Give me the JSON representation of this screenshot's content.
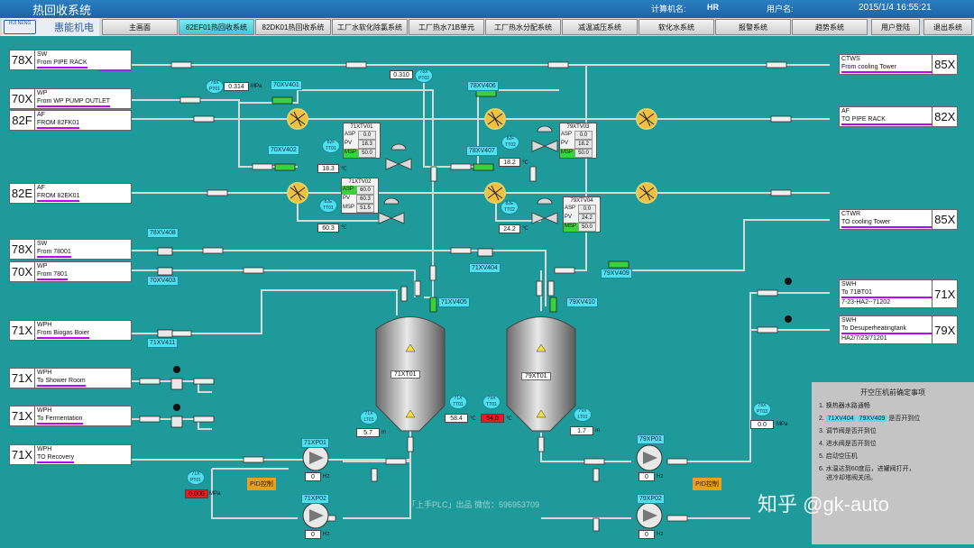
{
  "header": {
    "title": "热回收系统",
    "terminal_label": "计算机名:",
    "terminal": "HR",
    "user_label": "用户名:",
    "datetime": "2015/1/4 16:55:21"
  },
  "logo": {
    "mark": "HUI NENG",
    "name": "惠能机电"
  },
  "nav": [
    "主画面",
    "82EF01热回收系统",
    "82DK01热回收系统",
    "工厂水软化除氯系统",
    "工厂热水71B单元",
    "工厂热水分配系统",
    "减温减压系统",
    "软化水系统",
    "报警系统",
    "趋势系统",
    "用户登陆",
    "退出系统"
  ],
  "inlets": [
    {
      "code": "78X",
      "name": "SW",
      "desc": "From PIPE RACK"
    },
    {
      "code": "70X",
      "name": "WP",
      "desc": "From WP PUMP OUTLET"
    },
    {
      "code": "82F",
      "name": "AF",
      "desc": "FROM 82FK01"
    },
    {
      "code": "82E",
      "name": "AF",
      "desc": "FROM 82EK01"
    },
    {
      "code": "78X",
      "name": "SW",
      "desc": "From 78001"
    },
    {
      "code": "70X",
      "name": "WP",
      "desc": "From 7801"
    },
    {
      "code": "71X",
      "name": "WPH",
      "desc": "From Biogas Boier"
    },
    {
      "code": "71X",
      "name": "WPH",
      "desc": "To Shower Room"
    },
    {
      "code": "71X",
      "name": "WPH",
      "desc": "To Fermentation"
    },
    {
      "code": "71X",
      "name": "WPH",
      "desc": "TO Recovery"
    }
  ],
  "outlets": [
    {
      "code": "85X",
      "name": "CTWS",
      "desc": "From cooling Tower"
    },
    {
      "code": "82X",
      "name": "AF",
      "desc": "TO PIPE RACK"
    },
    {
      "code": "85X",
      "name": "CTWR",
      "desc": "TO cooling Tower"
    },
    {
      "code": "71X",
      "name": "SWH",
      "desc": "To 71BT01",
      "desc2": "7-23-HA2--71202"
    },
    {
      "code": "79X",
      "name": "SWH",
      "desc": "To Desuperheatingtank",
      "desc2": "HA2/7/23/71201"
    }
  ],
  "valves": [
    "70XV401",
    "70XV402",
    "78XV406",
    "78XV407",
    "78XV408",
    "70XV403",
    "71XV411",
    "71XV404",
    "79XV409",
    "71XV405",
    "79XV410"
  ],
  "instruments": [
    {
      "tag": "78X PT01",
      "value": "0.314",
      "unit": "MPa"
    },
    {
      "tag": "78X PT02",
      "value": "0.310",
      "unit": "MPa"
    },
    {
      "tag": "82F TT01",
      "value": "18.3",
      "unit": "℃"
    },
    {
      "tag": "82F TT02",
      "value": "18.2",
      "unit": "℃"
    },
    {
      "tag": "82E TT01",
      "value": "60.3",
      "unit": "℃"
    },
    {
      "tag": "82E TT02",
      "value": "24.2",
      "unit": "℃"
    },
    {
      "tag": "71X LT01",
      "value": "5.7",
      "unit": "m"
    },
    {
      "tag": "71X TT01",
      "value": "58.4",
      "unit": "℃"
    },
    {
      "tag": "79X TT01",
      "value": "54.0",
      "unit": "℃"
    },
    {
      "tag": "79X LT01",
      "value": "1.7",
      "unit": "m"
    },
    {
      "tag": "71X PT01",
      "value": "0.000",
      "unit": "MPa"
    },
    {
      "tag": "78X PT03",
      "value": "0.0",
      "unit": "MPa"
    }
  ],
  "controllers": [
    {
      "tag": "71XTV01",
      "asp": "0.0",
      "pv": "18.3",
      "msp": "50.0"
    },
    {
      "tag": "79XTV03",
      "asp": "0.0",
      "pv": "18.2",
      "msp": "50.0"
    },
    {
      "tag": "71XTV02",
      "asp": "60.0",
      "pv": "60.3",
      "msp": "51.5"
    },
    {
      "tag": "79XTV04",
      "asp": "0.0",
      "pv": "24.2",
      "msp": "50.0"
    }
  ],
  "ctrl_keys": {
    "asp": "ASP",
    "pv": "PV",
    "msp": "MSP"
  },
  "tanks": [
    {
      "tag": "71XT01"
    },
    {
      "tag": "79XT01"
    }
  ],
  "pumps": [
    {
      "tag": "71XP01",
      "value": "0",
      "unit": "Hz"
    },
    {
      "tag": "71XP02",
      "value": "0",
      "unit": "Hz"
    },
    {
      "tag": "79XP01",
      "value": "0",
      "unit": "Hz"
    },
    {
      "tag": "79XP02",
      "value": "0",
      "unit": "Hz"
    }
  ],
  "pid_label": "PID控制",
  "notes": {
    "title": "开空压机前确定事项",
    "items": [
      {
        "n": "1.",
        "text": "换热器水路通畅"
      },
      {
        "n": "2.",
        "badge1": "71XV404",
        "badge2": "79XV409",
        "text": "是否开到位"
      },
      {
        "n": "3.",
        "text": "调节阀是否开到位"
      },
      {
        "n": "4.",
        "text": "进水阀是否开到位"
      },
      {
        "n": "5.",
        "text": "启动空压机"
      },
      {
        "n": "6.",
        "text": "水温达到60度后，进罐阀打开，"
      },
      {
        "n": "",
        "text": "进冷却塔阀关闭。"
      }
    ]
  },
  "watermark": {
    "main": "知乎 @gk-auto",
    "sub": "「上手PLC」出品  微信：596953709"
  },
  "colors": {
    "background": "#1f9a9a",
    "pipe": "#d8d8d8",
    "label": "#4fe0f0",
    "alarm": "#e02020",
    "legend_line": "#b000ff"
  }
}
